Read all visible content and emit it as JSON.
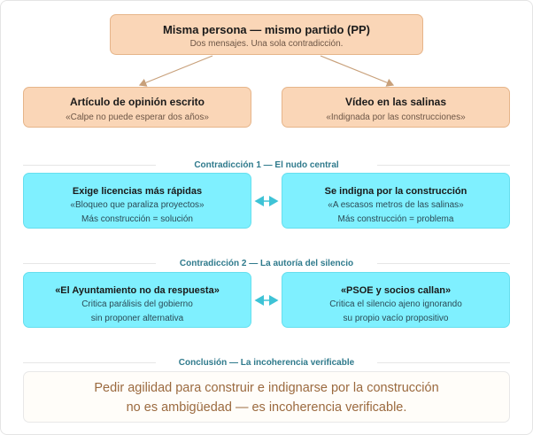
{
  "top": {
    "title": "Misma persona — mismo partido (PP)",
    "subtitle": "Dos mensajes. Una sola contradicción."
  },
  "sources": [
    {
      "title": "Artículo de opinión escrito",
      "subtitle": "«Calpe no puede esperar dos años»"
    },
    {
      "title": "Vídeo en las salinas",
      "subtitle": "«Indignada por las construcciones»"
    }
  ],
  "contradiction1": {
    "label": "Contradicción 1 — El nudo central",
    "left": {
      "title": "Exige licencias más rápidas",
      "line1": "«Bloqueo que paraliza proyectos»",
      "line2": "Más construcción = solución"
    },
    "right": {
      "title": "Se indigna por la construcción",
      "line1": "«A escasos metros de las salinas»",
      "line2": "Más construcción = problema"
    }
  },
  "contradiction2": {
    "label": "Contradicción 2 — La autoría del silencio",
    "left": {
      "title": "«El Ayuntamiento no da respuesta»",
      "line1": "Critica parálisis del gobierno",
      "line2": "sin proponer alternativa"
    },
    "right": {
      "title": "«PSOE y socios callan»",
      "line1": "Critica el silencio ajeno ignorando",
      "line2": "su propio vacío propositivo"
    }
  },
  "conclusion": {
    "label": "Conclusión — La incoherencia verificable",
    "line1": "Pedir agilidad para construir e indignarse por la construcción",
    "line2": "no es ambigüedad — es incoherencia verificable."
  },
  "colors": {
    "peach_fill": "#fad6b7",
    "cyan_fill": "#7ff0ff",
    "arrow_brown": "#c8a07a",
    "arrow_cyan": "#3ec3d6",
    "section_label": "#2f7a8c",
    "conclusion_text": "#9b6a3f"
  }
}
